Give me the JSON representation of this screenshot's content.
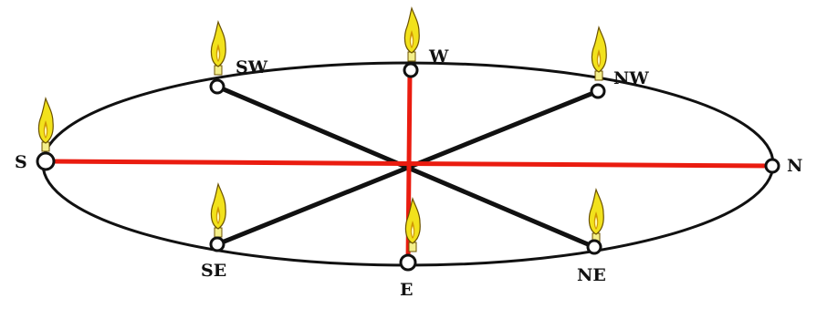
{
  "diagram": {
    "labels": {
      "n": "N",
      "s": "S",
      "e": "E",
      "w": "W",
      "ne": "NE",
      "nw": "NW",
      "se": "SE",
      "sw": "SW"
    }
  },
  "colors": {
    "ring": "#111111",
    "cross_lines": "#ea1c10",
    "diagonal_lines": "#111111",
    "point_fill": "#ffffff",
    "flame_outer": "#f2e21c",
    "flame_edge": "#6b5200",
    "flame_inner": "#c98a00",
    "candle": "#f4ef8a"
  },
  "icons": {
    "candle": "candle-flame-icon"
  }
}
